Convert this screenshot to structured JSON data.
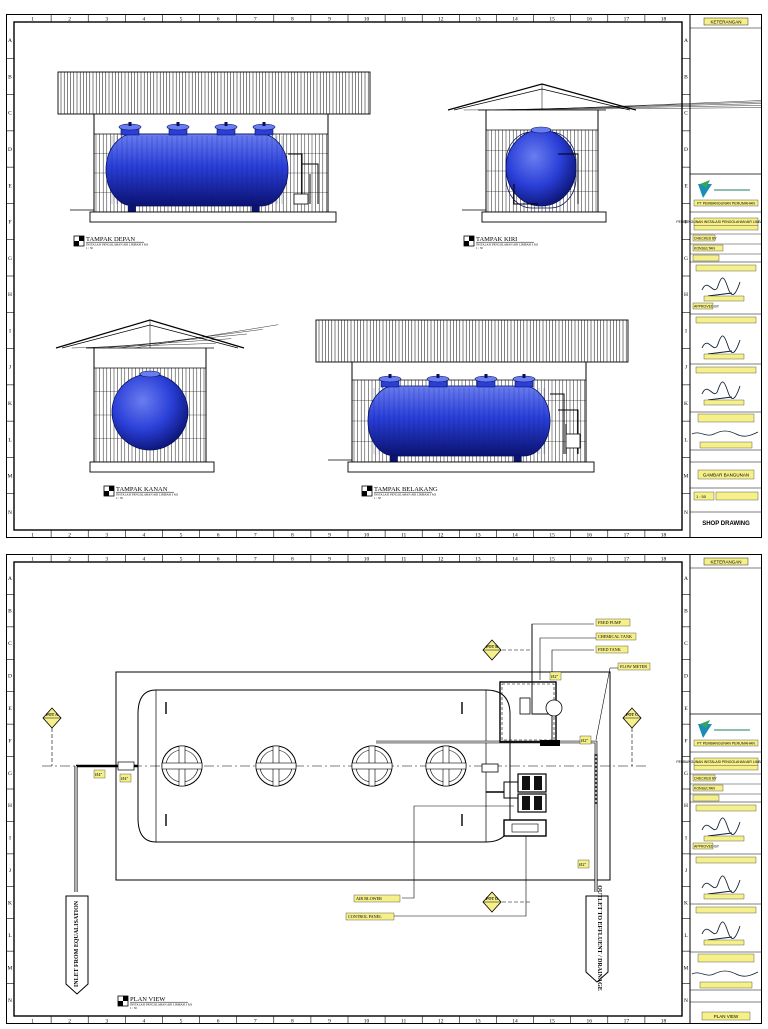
{
  "grid": {
    "columns": [
      "1",
      "2",
      "3",
      "4",
      "5",
      "6",
      "7",
      "8",
      "9",
      "10",
      "11",
      "12",
      "13",
      "14",
      "15",
      "16",
      "17",
      "18"
    ],
    "rows": [
      "A",
      "B",
      "C",
      "D",
      "E",
      "F",
      "G",
      "H",
      "I",
      "J",
      "K",
      "L",
      "M",
      "N"
    ]
  },
  "sheet1": {
    "views": [
      {
        "title": "TAMPAK DEPAN",
        "subtitle": "INSTALASI PENGOLAHAN AIR LIMBAH 3 M3",
        "scale": "1 : 50"
      },
      {
        "title": "TAMPAK KIRI",
        "subtitle": "INSTALASI PENGOLAHAN AIR LIMBAH 3 M3",
        "scale": "1 : 50"
      },
      {
        "title": "TAMPAK KANAN",
        "subtitle": "INSTALASI PENGOLAHAN AIR LIMBAH 3 M3",
        "scale": "1 : 50"
      },
      {
        "title": "TAMPAK BELAKANG",
        "subtitle": "INSTALASI PENGOLAHAN AIR LIMBAH 3 M3",
        "scale": "1 : 50"
      }
    ],
    "drawing_title": "GAMBAR BANGUNAN",
    "scale_note": "1 : 50",
    "footer": "SHOP DRAWING"
  },
  "sheet2": {
    "view": {
      "title": "PLAN VIEW",
      "subtitle": "INSTALASI PENGOLAHAN AIR LIMBAH 3 M3",
      "scale": "1 : 50"
    },
    "callouts": [
      "FEED PUMP",
      "CHEMICAL TANK",
      "FEED TANK",
      "FLOW METER",
      "AIR BLOWER",
      "CONTROL PANEL"
    ],
    "pipe_sizes": [
      "Ø2\"",
      "Ø4\"",
      "Ø4\"",
      "Ø2\"",
      "Ø2\"",
      "Ø2\""
    ],
    "inlet": "INLET FROM EQUALISATION",
    "outlet": "OUTLET TO EFFLUENT / DRAINAGE",
    "section_marks": [
      "POT A",
      "POT B",
      "POT C",
      "POT D"
    ],
    "drawing_title": "PLAN VIEW"
  },
  "titleblock": {
    "header": "KETERANGAN",
    "company": "PT PEMBANGUNAN PERUMAHAN",
    "project": "PEMBANGUNAN INSTALASI PENGOLAHAN AIR LIMBAH (IPAL)",
    "checked": "CHECKED BY",
    "designer": "KONSULTAN",
    "approved": "APPROVED BY"
  },
  "colors": {
    "tank": "#2a3fd8",
    "tank_dark": "#0b1270",
    "tank_light": "#6a7df0",
    "line": "#000000",
    "label_bg": "#f6f08a"
  }
}
